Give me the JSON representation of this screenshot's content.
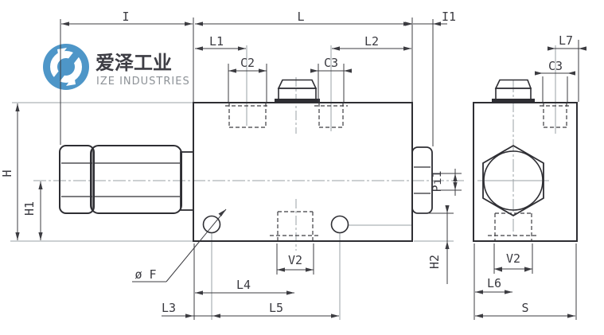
{
  "brand": {
    "name_zh": "爱泽工业",
    "name_en": "IZE INDUSTRIES"
  },
  "colors": {
    "logo_blue": "#4e96c8",
    "line_dark": "#2e2e33",
    "line_dim": "#3c3c41",
    "line_gray": "#9aa0a4"
  },
  "drawing": {
    "dims": {
      "i": "I",
      "l": "L",
      "i1": "I1",
      "l1": "L1",
      "l2": "L2",
      "c2": "C2",
      "c3_top": "C3",
      "l7": "L7",
      "c3_side": "C3",
      "h": "H",
      "h1": "H1",
      "pi1": "Pi1",
      "h2": "H2",
      "f": "ø F",
      "v2_front": "V2",
      "v2_side": "V2",
      "l3": "L3",
      "l4": "L4",
      "l5": "L5",
      "l6": "L6",
      "s": "S"
    }
  }
}
